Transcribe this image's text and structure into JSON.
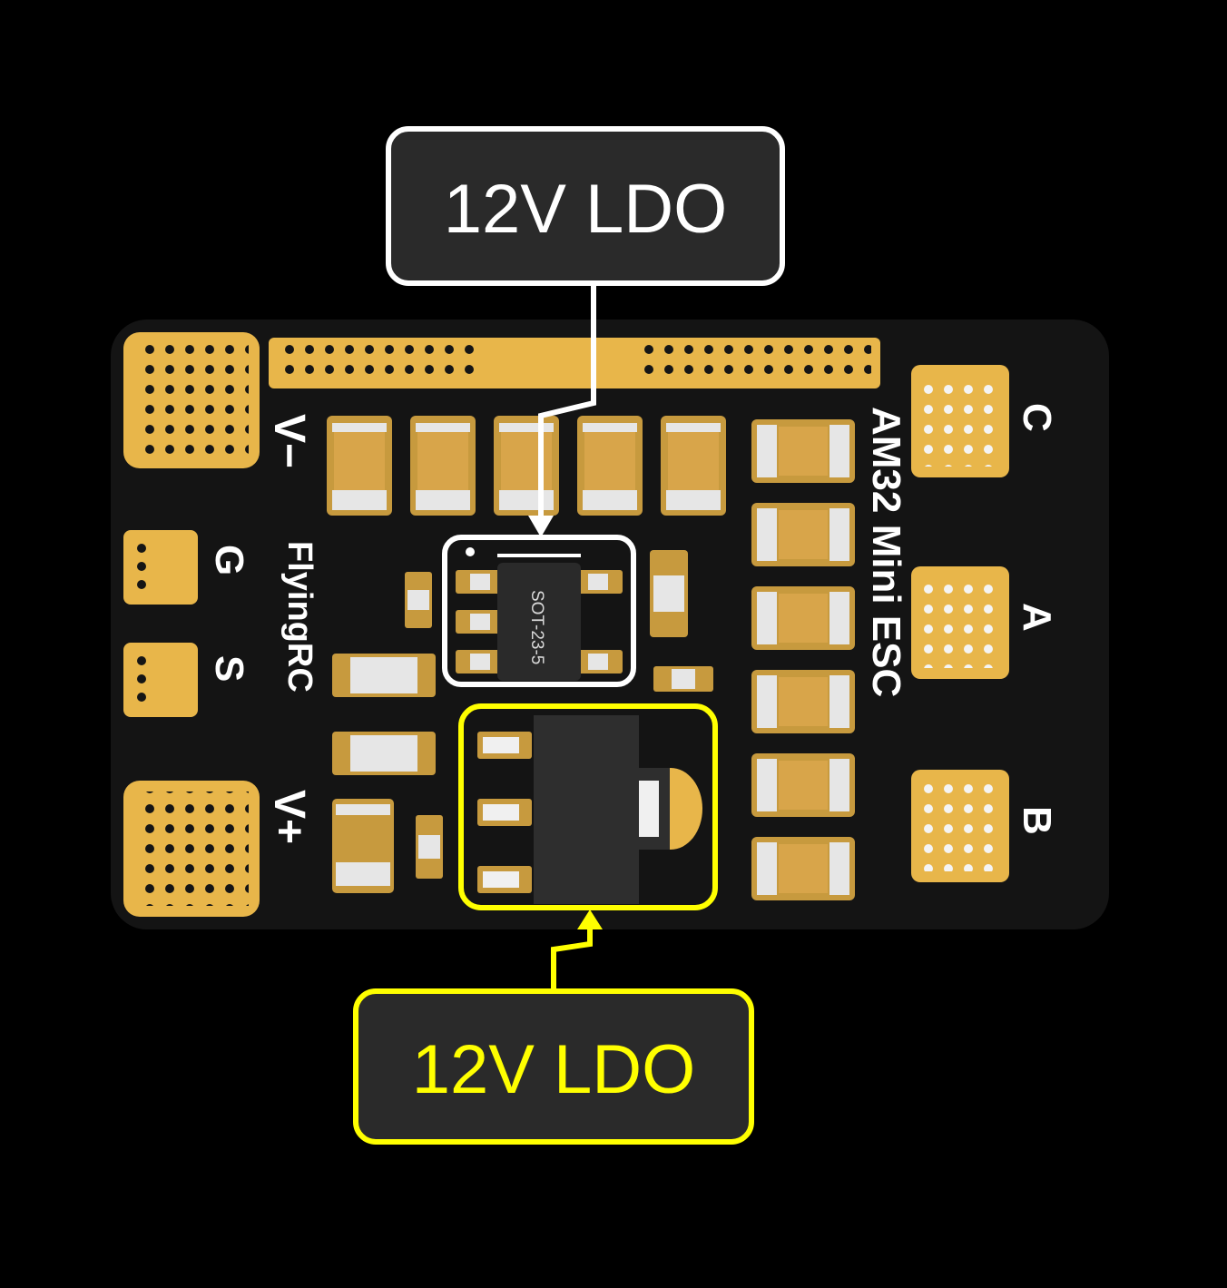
{
  "callouts": {
    "top": {
      "label": "12V LDO",
      "color": "#ffffff",
      "text_color": "#ffffff"
    },
    "bottom": {
      "label": "12V LDO",
      "color": "#ffff00",
      "text_color": "#ffff00"
    }
  },
  "board": {
    "brand": "FlyingRC",
    "name": "AM32 Mini ESC",
    "chip_marking": "SOT-23-5",
    "pad_labels": {
      "v_minus": "V−",
      "v_plus": "V+",
      "g": "G",
      "s": "S",
      "a": "A",
      "b": "B",
      "c": "C"
    },
    "colors": {
      "pcb": "#141414",
      "pad": "#e8b64a",
      "silkscreen": "#ffffff",
      "chip": "#2a2a2a"
    }
  }
}
